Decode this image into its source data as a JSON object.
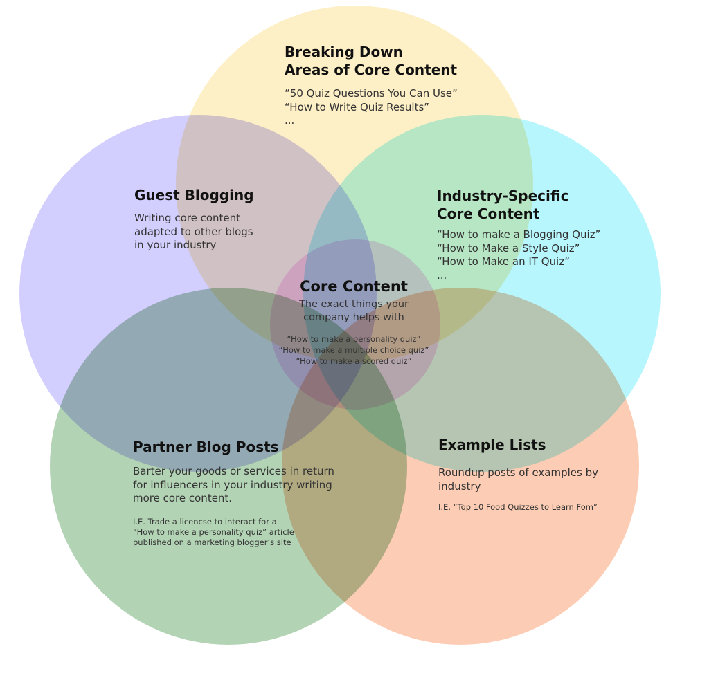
{
  "colors": {
    "yellow": "#fdefc6",
    "purple": "#d2cefe",
    "cyan": "#b8f6fd",
    "green": "#b3d3b5",
    "orange": "#fccdb4",
    "pink": "#fcd6f6"
  },
  "sections": {
    "breaking_down": {
      "title_lines": [
        "Breaking Down",
        "Areas of Core Content"
      ],
      "items": [
        "“50 Quiz Questions You Can Use”",
        "“How to Write Quiz Results”",
        "..."
      ]
    },
    "guest_blogging": {
      "title": "Guest Blogging",
      "desc_lines": [
        "Writing core content",
        "adapted to other blogs",
        "in your industry"
      ]
    },
    "industry_specific": {
      "title_lines": [
        "Industry-Specific",
        "Core Content"
      ],
      "items": [
        "“How to make a Blogging Quiz”",
        "“How to Make a Style Quiz”",
        "“How to Make an IT Quiz”",
        "..."
      ]
    },
    "core_content": {
      "title": "Core Content",
      "desc_lines": [
        "The exact things your",
        "company helps with"
      ],
      "examples": [
        "“How to make a personality quiz”",
        "“How to make a multiple choice quiz”",
        "“How to make a scored quiz”"
      ]
    },
    "partner_blog_posts": {
      "title": "Partner Blog Posts",
      "desc_lines": [
        "Barter your goods or services in return",
        "for influencers in your industry writing",
        "more core content."
      ],
      "example_lines": [
        "I.E. Trade a licencse to interact for a",
        "“How to make a personality quiz” article",
        "published on a marketing blogger’s site"
      ]
    },
    "example_lists": {
      "title": "Example Lists",
      "desc_lines": [
        "Roundup posts of examples by",
        "industry"
      ],
      "example": "I.E. “Top 10 Food Quizzes to Learn Fom”"
    }
  }
}
